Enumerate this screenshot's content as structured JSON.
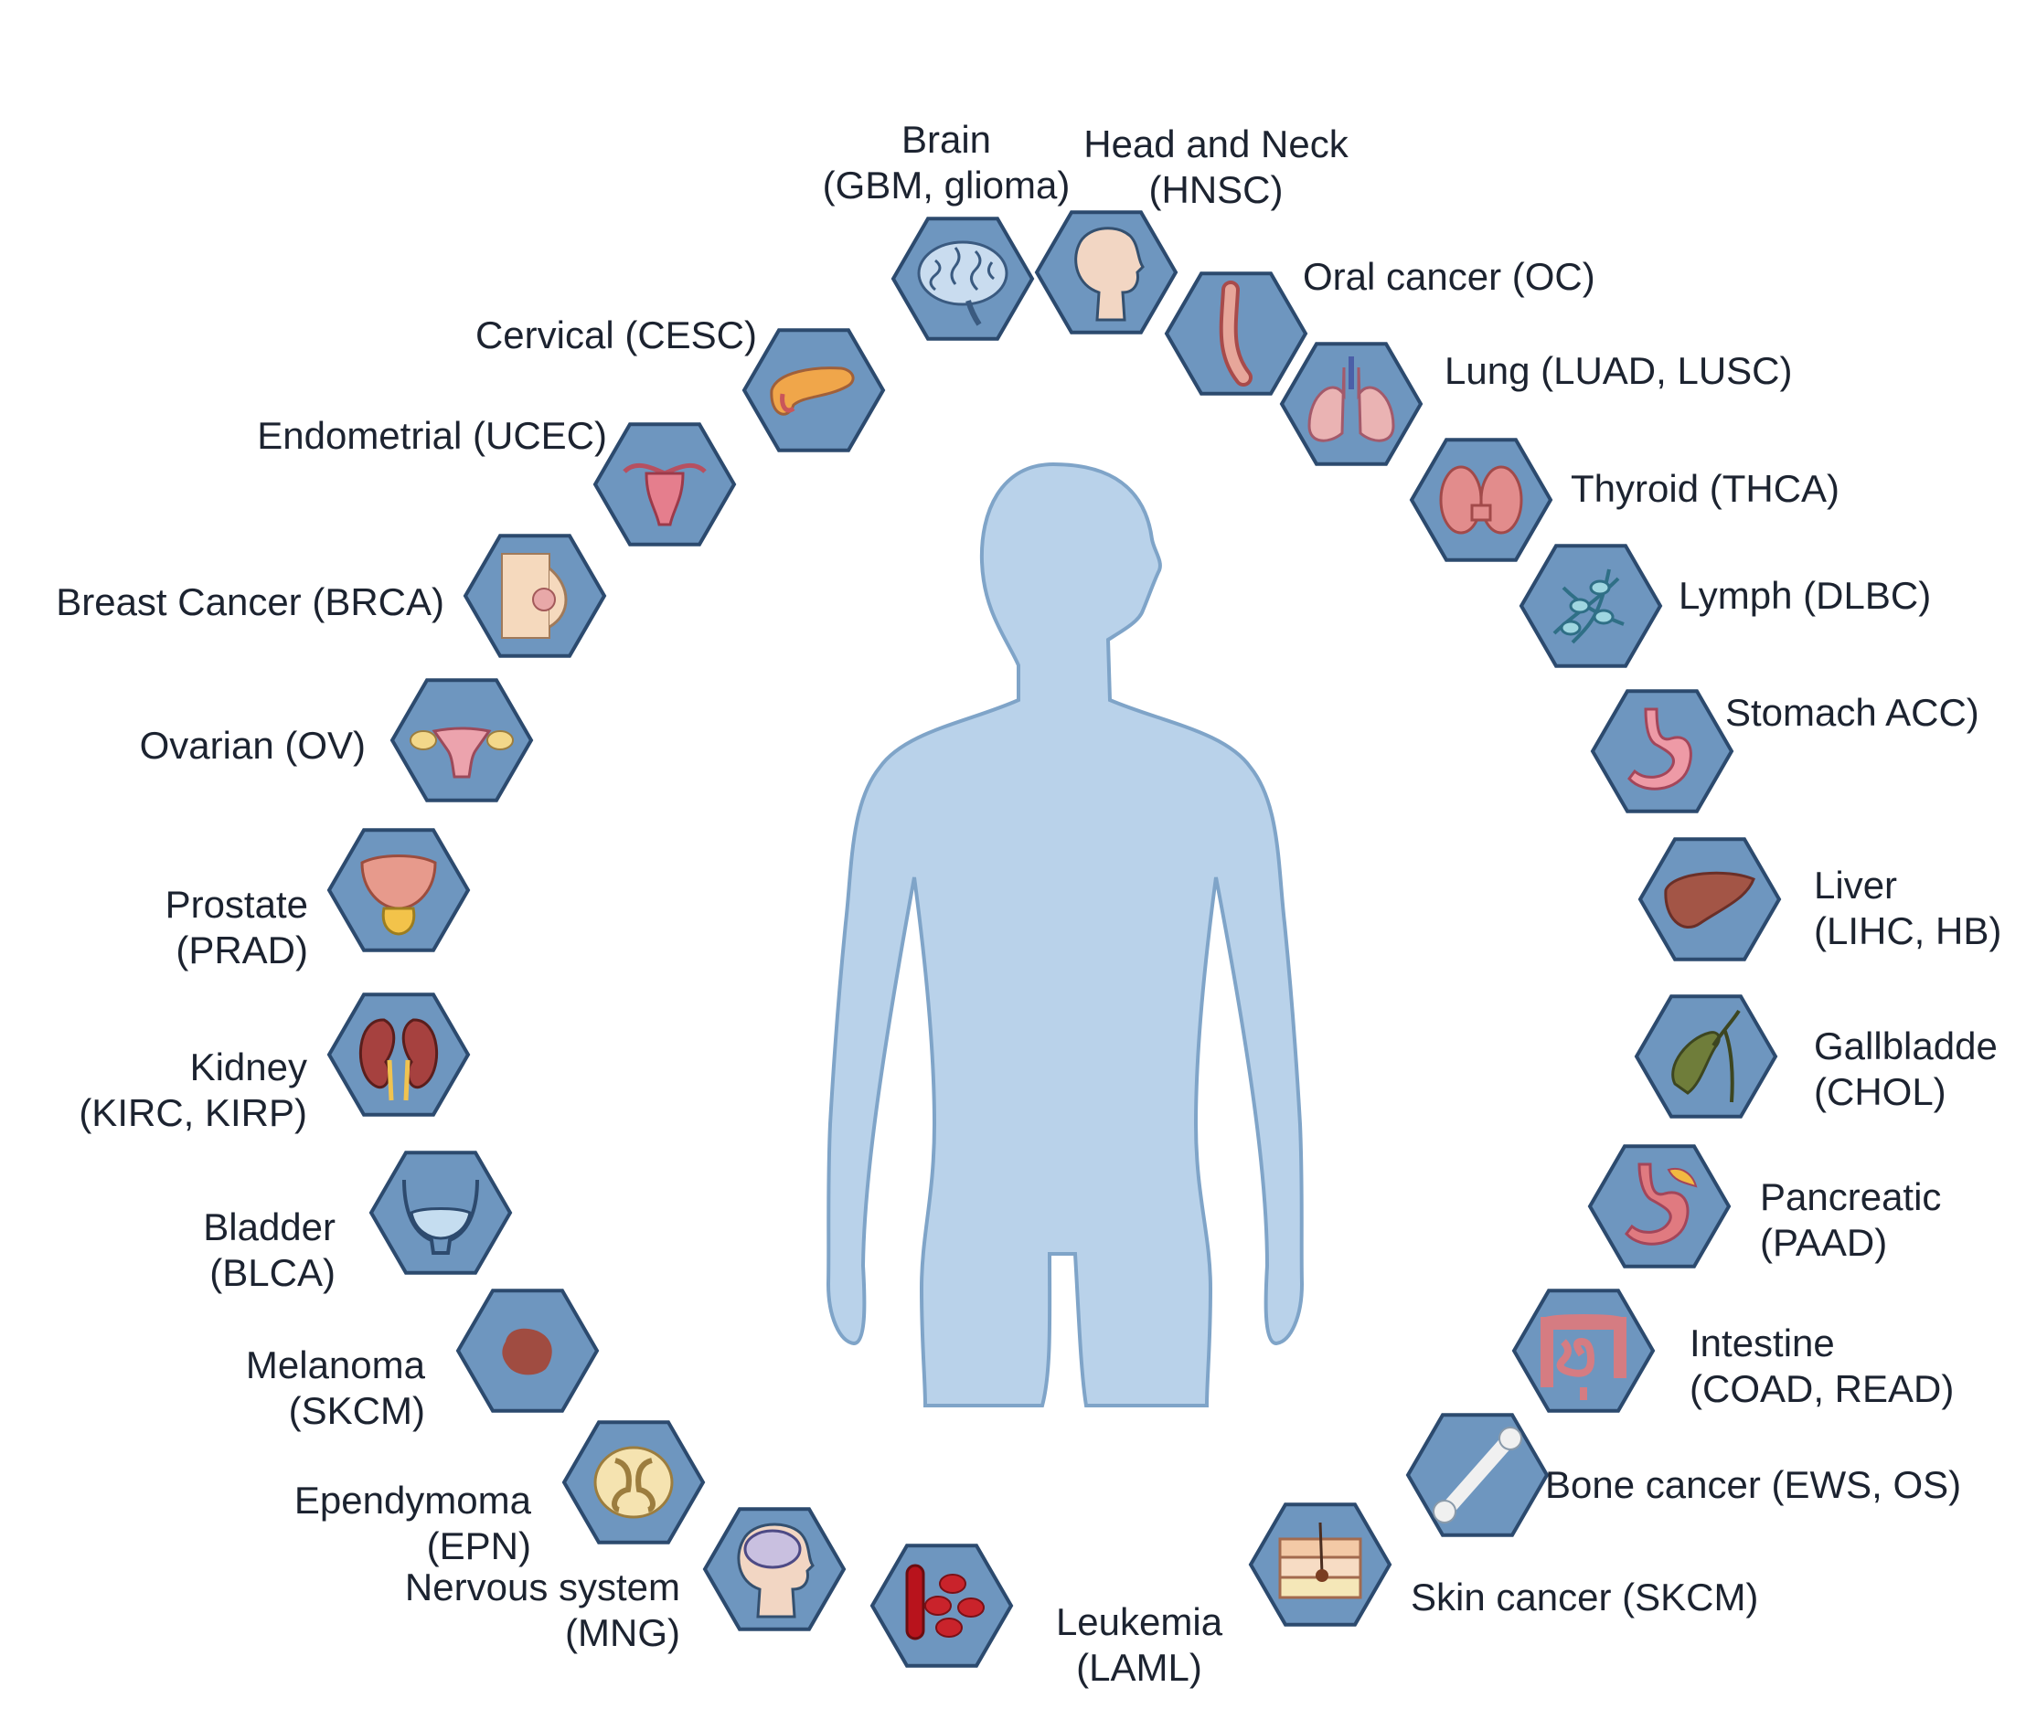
{
  "colors": {
    "hex_fill": "#6e96bf",
    "hex_stroke": "#2c4a6e",
    "body_fill": "#b9d2ea",
    "body_stroke": "#7fa4c8",
    "text": "#1c2330"
  },
  "cancers": [
    {
      "id": "brain",
      "icon": "brain-icon",
      "lines": [
        "Brain",
        "(GBM, glioma)"
      ]
    },
    {
      "id": "head-neck",
      "icon": "head-icon",
      "lines": [
        "Head and Neck",
        "(HNSC)"
      ]
    },
    {
      "id": "oral",
      "icon": "esophagus-icon",
      "lines": [
        "Oral cancer (OC)"
      ]
    },
    {
      "id": "lung",
      "icon": "lungs-icon",
      "lines": [
        "Lung (LUAD, LUSC)"
      ]
    },
    {
      "id": "thyroid",
      "icon": "thyroid-icon",
      "lines": [
        "Thyroid (THCA)"
      ]
    },
    {
      "id": "lymph",
      "icon": "lymph-node-icon",
      "lines": [
        "Lymph (DLBC)"
      ]
    },
    {
      "id": "stomach",
      "icon": "stomach-icon",
      "lines": [
        "Stomach ACC)"
      ]
    },
    {
      "id": "liver",
      "icon": "liver-icon",
      "lines": [
        "Liver",
        "(LIHC, HB)"
      ]
    },
    {
      "id": "gallbladder",
      "icon": "gallbladder-icon",
      "lines": [
        "Gallbladde",
        "(CHOL)"
      ]
    },
    {
      "id": "pancreatic",
      "icon": "pancreas-stomach-icon",
      "lines": [
        "Pancreatic",
        "(PAAD)"
      ]
    },
    {
      "id": "intestine",
      "icon": "intestine-icon",
      "lines": [
        "Intestine",
        "(COAD, READ)"
      ]
    },
    {
      "id": "bone",
      "icon": "bone-icon",
      "lines": [
        "Bone cancer (EWS, OS)"
      ]
    },
    {
      "id": "skin",
      "icon": "skin-layers-icon",
      "lines": [
        "Skin cancer (SKCM)"
      ]
    },
    {
      "id": "leukemia",
      "icon": "blood-cells-icon",
      "lines": [
        "Leukemia",
        "(LAML)"
      ]
    },
    {
      "id": "nervous",
      "icon": "head-brain-icon",
      "lines": [
        "Nervous system",
        "(MNG)"
      ]
    },
    {
      "id": "ependymoma",
      "icon": "spinal-cord-icon",
      "lines": [
        "Ependymoma",
        "(EPN)"
      ]
    },
    {
      "id": "melanoma",
      "icon": "mole-icon",
      "lines": [
        "Melanoma",
        "(SKCM)"
      ]
    },
    {
      "id": "bladder",
      "icon": "bladder-icon",
      "lines": [
        "Bladder",
        "(BLCA)"
      ]
    },
    {
      "id": "kidney",
      "icon": "kidneys-icon",
      "lines": [
        "Kidney",
        "(KIRC, KIRP)"
      ]
    },
    {
      "id": "prostate",
      "icon": "prostate-icon",
      "lines": [
        "Prostate",
        "(PRAD)"
      ]
    },
    {
      "id": "ovarian",
      "icon": "ovaries-icon",
      "lines": [
        "Ovarian (OV)"
      ]
    },
    {
      "id": "breast",
      "icon": "breast-icon",
      "lines": [
        "Breast Cancer (BRCA)"
      ]
    },
    {
      "id": "endometrial",
      "icon": "uterus-icon",
      "lines": [
        "Endometrial (UCEC)"
      ]
    },
    {
      "id": "cervical",
      "icon": "pancreas-icon",
      "lines": [
        "Cervical (CESC)"
      ]
    }
  ]
}
